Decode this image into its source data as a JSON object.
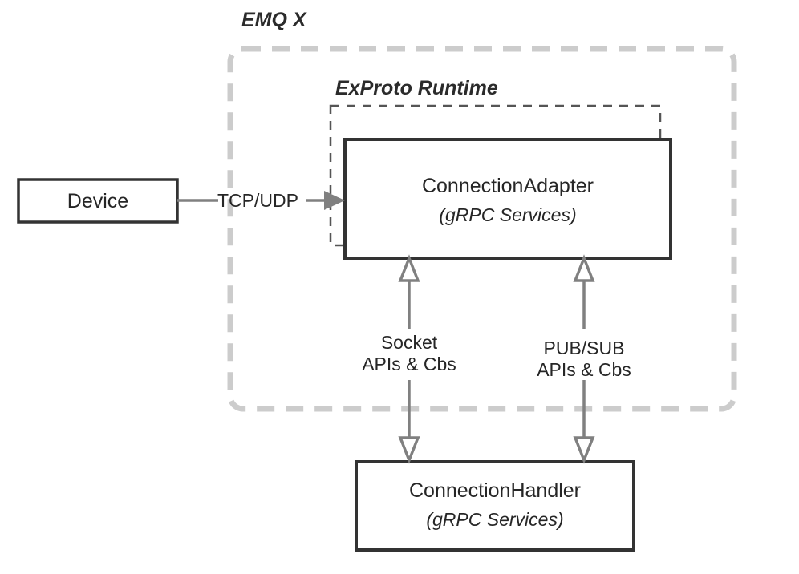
{
  "diagram": {
    "type": "architecture-block-diagram",
    "background": "#ffffff",
    "colors": {
      "solid_box_border": "#333333",
      "dashed_boundary": "#cccccc",
      "inner_dashed_boundary": "#555555",
      "arrow_gray": "#808080",
      "text": "#262626"
    },
    "boundaries": [
      {
        "id": "emqx",
        "label": "EMQ X",
        "style": "dashed-rounded",
        "color": "#cccccc"
      },
      {
        "id": "exproto",
        "label": "ExProto Runtime",
        "style": "dashed",
        "color": "#555555"
      }
    ],
    "nodes": [
      {
        "id": "device",
        "title": "Device",
        "subtitle": ""
      },
      {
        "id": "connection-adapter",
        "title": "ConnectionAdapter",
        "subtitle": "(gRPC Services)"
      },
      {
        "id": "connection-handler",
        "title": "ConnectionHandler",
        "subtitle": "(gRPC Services)"
      }
    ],
    "edges": [
      {
        "id": "device-to-adapter",
        "label": "TCP/UDP",
        "from": "device",
        "to": "connection-adapter",
        "arrow": "single-filled"
      },
      {
        "id": "socket-apis",
        "label_line1": "Socket",
        "label_line2": "APIs & Cbs",
        "from": "connection-adapter",
        "to": "connection-handler",
        "arrow": "double-hollow"
      },
      {
        "id": "pubsub-apis",
        "label_line1": "PUB/SUB",
        "label_line2": "APIs & Cbs",
        "from": "connection-adapter",
        "to": "connection-handler",
        "arrow": "double-hollow"
      }
    ]
  }
}
